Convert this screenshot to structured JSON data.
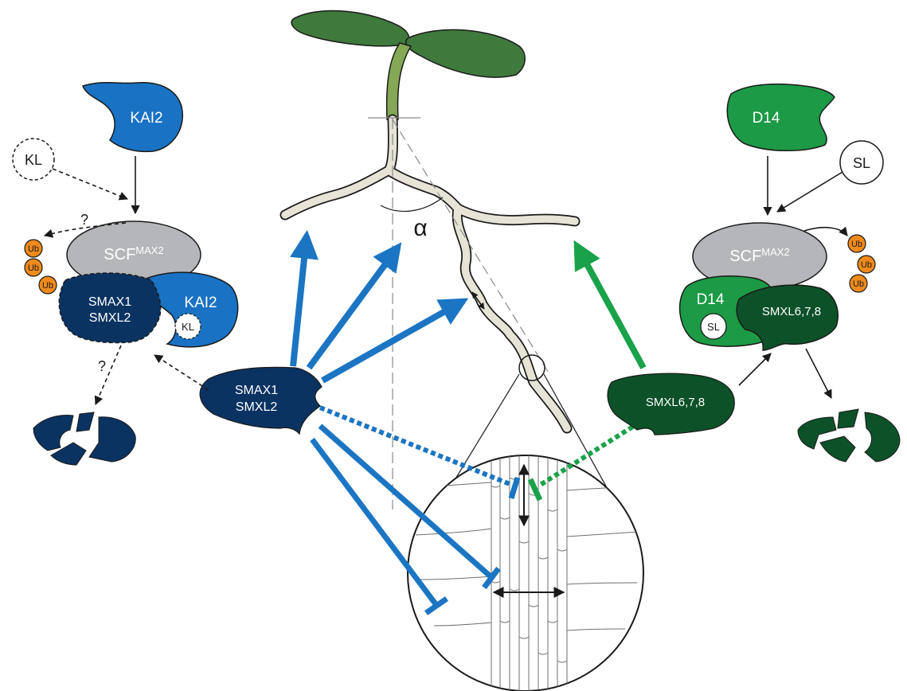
{
  "colors": {
    "kai2_blue": "#1a72c4",
    "smax_navy": "#0a3362",
    "d14_green": "#1c9a45",
    "smxl_darkgreen": "#0d5128",
    "scf_gray": "#b5b6b9",
    "ub_orange": "#ef8a1c",
    "root_fill": "#e6e4d6",
    "arrow_blue": "#1b75c2",
    "arrow_green": "#19a24a",
    "leaf_green": "#3f7a3c",
    "hypocotyl_green": "#84a855"
  },
  "left_pathway": {
    "receptor": "KAI2",
    "ligand": "KL",
    "complex_scf": "SCF",
    "complex_scf_sup": "MAX2",
    "complex_repressor_line1": "SMAX1",
    "complex_repressor_line2": "SMXL2",
    "complex_receptor": "KAI2",
    "complex_ligand": "KL",
    "ubiquitin": [
      "Ub",
      "Ub",
      "Ub"
    ],
    "uncertain_mark_1": "?",
    "uncertain_mark_2": "?"
  },
  "center": {
    "repressor_line1": "SMAX1",
    "repressor_line2": "SMXL2",
    "angle_label": "α"
  },
  "right_pathway": {
    "receptor": "D14",
    "ligand": "SL",
    "complex_scf": "SCF",
    "complex_scf_sup": "MAX2",
    "complex_receptor": "D14",
    "complex_ligand": "SL",
    "complex_repressor": "SMXL6,7,8",
    "ubiquitin": [
      "Ub",
      "Ub",
      "Ub"
    ],
    "repressor": "SMXL6,7,8"
  }
}
